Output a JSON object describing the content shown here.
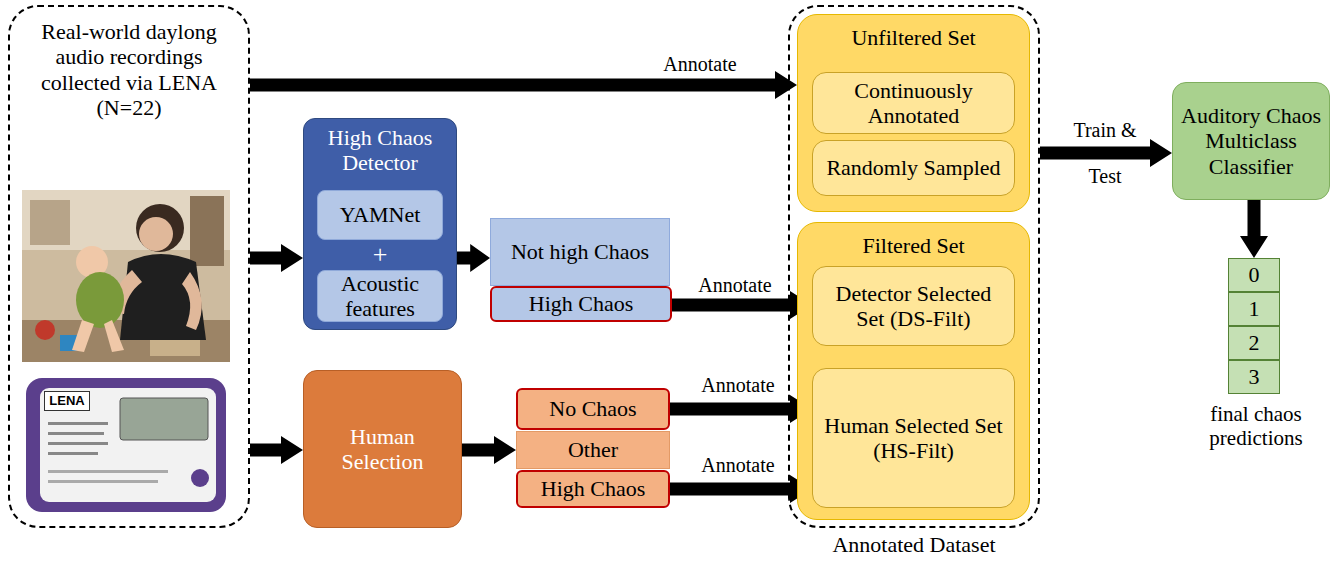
{
  "diagram": {
    "nodes": [
      {
        "text": [
          "Real-world daylong audio recordings collected via LENA (N=22)"
        ]
      },
      {
        "text": [
          "High Chaos Detector",
          "+"
        ]
      },
      {
        "text": [
          "YAMNet"
        ],
        "in": 1
      },
      {
        "text": [
          "Acoustic features"
        ],
        "in": 1
      },
      {
        "text": [
          "Not high Chaos"
        ]
      },
      {
        "text": [
          "High Chaos"
        ]
      },
      {
        "text": [
          "Human Selection"
        ]
      },
      {
        "text": [
          "No Chaos"
        ]
      },
      {
        "text": [
          "Other"
        ]
      },
      {
        "text": [
          "High Chaos"
        ]
      },
      {
        "text": [
          "Annotated Dataset"
        ]
      },
      {
        "text": [
          "Unfiltered Set"
        ],
        "in": 10
      },
      {
        "text": [
          "Continuously Annotated"
        ],
        "in": 11
      },
      {
        "text": [
          "Randomly Sampled"
        ],
        "in": 11
      },
      {
        "text": [
          "Filtered Set"
        ],
        "in": 10
      },
      {
        "text": [
          "Detector Selected Set (DS-Filt)"
        ],
        "in": 14
      },
      {
        "text": [
          "Human Selected Set (HS-Filt)"
        ],
        "in": 14
      },
      {
        "text": [
          "Auditory Chaos Multiclass Classifier"
        ]
      },
      {
        "text": [
          "0"
        ]
      },
      {
        "text": [
          "1"
        ]
      },
      {
        "text": [
          "2"
        ]
      },
      {
        "text": [
          "3"
        ]
      }
    ],
    "edges": [
      {
        "from": 0,
        "to": 11,
        "label": "Annotate",
        "arrow": "to"
      },
      {
        "from": 0,
        "to": 1,
        "arrow": "to"
      },
      {
        "from": 1,
        "to": 4,
        "arrow": "to"
      },
      {
        "from": 5,
        "to": 15,
        "label": "Annotate",
        "arrow": "to"
      },
      {
        "from": 0,
        "to": 6,
        "arrow": "to"
      },
      {
        "from": 6,
        "to": 8,
        "arrow": "to"
      },
      {
        "from": 7,
        "to": 16,
        "label": "Annotate",
        "arrow": "to"
      },
      {
        "from": 9,
        "to": 16,
        "label": "Annotate",
        "arrow": "to"
      },
      {
        "from": 10,
        "to": 17,
        "label": "Train & Test",
        "arrow": "to"
      },
      {
        "from": 17,
        "to": 18,
        "arrow": "to"
      }
    ],
    "labels": [
      "final chaos predictions",
      "LENA"
    ]
  }
}
